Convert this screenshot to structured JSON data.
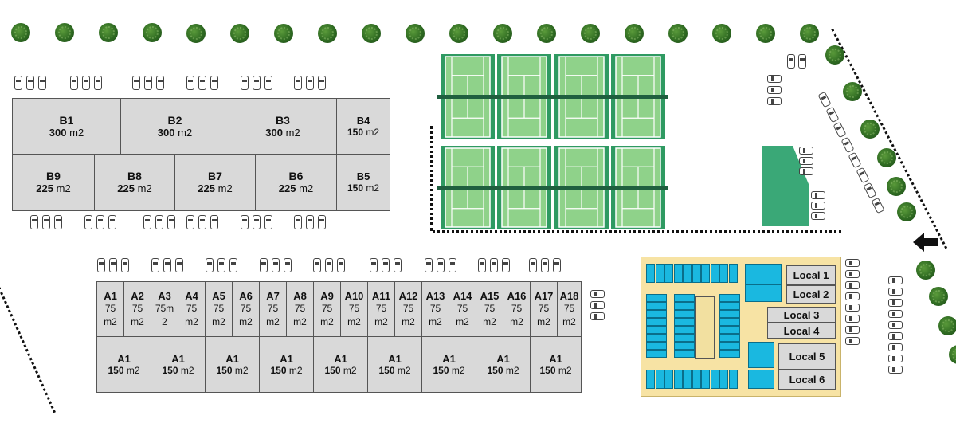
{
  "colors": {
    "court_dark": "#2f9a62",
    "court_light": "#8fd28a",
    "court_line": "#ffffff",
    "net": "#1f5f3f",
    "unit_fill": "#d9d9d9",
    "commercial_bg": "#f7e3a4",
    "parking_blue": "#1ab8e0",
    "green_plot": "#3aa877",
    "tree": "#2f6b22"
  },
  "blocks_b": [
    {
      "name": "B1",
      "area_num": "300",
      "area_unit": "m2"
    },
    {
      "name": "B2",
      "area_num": "300",
      "area_unit": "m2"
    },
    {
      "name": "B3",
      "area_num": "300",
      "area_unit": "m2"
    },
    {
      "name": "B4",
      "area_num": "150",
      "area_unit": "m2"
    },
    {
      "name": "B9",
      "area_num": "225",
      "area_unit": "m2"
    },
    {
      "name": "B8",
      "area_num": "225",
      "area_unit": "m2"
    },
    {
      "name": "B7",
      "area_num": "225",
      "area_unit": "m2"
    },
    {
      "name": "B6",
      "area_num": "225",
      "area_unit": "m2"
    },
    {
      "name": "B5",
      "area_num": "150",
      "area_unit": "m2"
    }
  ],
  "blocks_a_small": [
    {
      "name": "A1",
      "l1": "75",
      "l2": "m2"
    },
    {
      "name": "A2",
      "l1": "75",
      "l2": "m2"
    },
    {
      "name": "A3",
      "l1": "75m",
      "l2": "2"
    },
    {
      "name": "A4",
      "l1": "75",
      "l2": "m2"
    },
    {
      "name": "A5",
      "l1": "75",
      "l2": "m2"
    },
    {
      "name": "A6",
      "l1": "75",
      "l2": "m2"
    },
    {
      "name": "A7",
      "l1": "75",
      "l2": "m2"
    },
    {
      "name": "A8",
      "l1": "75",
      "l2": "m2"
    },
    {
      "name": "A9",
      "l1": "75",
      "l2": "m2"
    },
    {
      "name": "A10",
      "l1": "75",
      "l2": "m2"
    },
    {
      "name": "A11",
      "l1": "75",
      "l2": "m2"
    },
    {
      "name": "A12",
      "l1": "75",
      "l2": "m2"
    },
    {
      "name": "A13",
      "l1": "75",
      "l2": "m2"
    },
    {
      "name": "A14",
      "l1": "75",
      "l2": "m2"
    },
    {
      "name": "A15",
      "l1": "75",
      "l2": "m2"
    },
    {
      "name": "A16",
      "l1": "75",
      "l2": "m2"
    },
    {
      "name": "A17",
      "l1": "75",
      "l2": "m2"
    },
    {
      "name": "A18",
      "l1": "75",
      "l2": "m2"
    }
  ],
  "blocks_a_large": [
    {
      "name": "A1",
      "area_num": "150",
      "area_unit": "m2"
    },
    {
      "name": "A1",
      "area_num": "150",
      "area_unit": "m2"
    },
    {
      "name": "A1",
      "area_num": "150",
      "area_unit": "m2"
    },
    {
      "name": "A1",
      "area_num": "150",
      "area_unit": "m2"
    },
    {
      "name": "A1",
      "area_num": "150",
      "area_unit": "m2"
    },
    {
      "name": "A1",
      "area_num": "150",
      "area_unit": "m2"
    },
    {
      "name": "A1",
      "area_num": "150",
      "area_unit": "m2"
    },
    {
      "name": "A1",
      "area_num": "150",
      "area_unit": "m2"
    },
    {
      "name": "A1",
      "area_num": "150",
      "area_unit": "m2"
    }
  ],
  "locals": [
    "Local 1",
    "Local 2",
    "Local 3",
    "Local 4",
    "Local 5",
    "Local 6"
  ],
  "icons": {
    "tree": "tree-icon",
    "car": "car-icon",
    "entrance_arrow": "left-arrow-icon",
    "tennis_court": "tennis-court-icon"
  }
}
